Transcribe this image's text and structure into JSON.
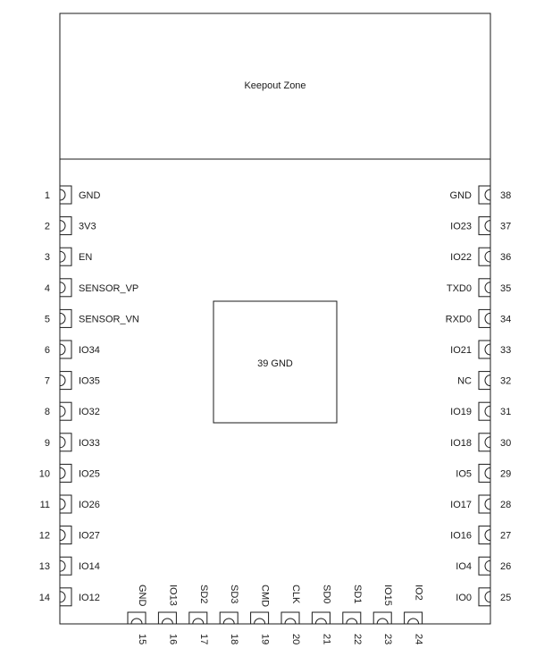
{
  "keepout_label": "Keepout Zone",
  "center_pad_label": "39 GND",
  "left_pins": [
    {
      "num": "1",
      "name": "GND"
    },
    {
      "num": "2",
      "name": "3V3"
    },
    {
      "num": "3",
      "name": "EN"
    },
    {
      "num": "4",
      "name": "SENSOR_VP"
    },
    {
      "num": "5",
      "name": "SENSOR_VN"
    },
    {
      "num": "6",
      "name": "IO34"
    },
    {
      "num": "7",
      "name": "IO35"
    },
    {
      "num": "8",
      "name": "IO32"
    },
    {
      "num": "9",
      "name": "IO33"
    },
    {
      "num": "10",
      "name": "IO25"
    },
    {
      "num": "11",
      "name": "IO26"
    },
    {
      "num": "12",
      "name": "IO27"
    },
    {
      "num": "13",
      "name": "IO14"
    },
    {
      "num": "14",
      "name": "IO12"
    }
  ],
  "right_pins": [
    {
      "num": "38",
      "name": "GND"
    },
    {
      "num": "37",
      "name": "IO23"
    },
    {
      "num": "36",
      "name": "IO22"
    },
    {
      "num": "35",
      "name": "TXD0"
    },
    {
      "num": "34",
      "name": "RXD0"
    },
    {
      "num": "33",
      "name": "IO21"
    },
    {
      "num": "32",
      "name": "NC"
    },
    {
      "num": "31",
      "name": "IO19"
    },
    {
      "num": "30",
      "name": "IO18"
    },
    {
      "num": "29",
      "name": "IO5"
    },
    {
      "num": "28",
      "name": "IO17"
    },
    {
      "num": "27",
      "name": "IO16"
    },
    {
      "num": "26",
      "name": "IO4"
    },
    {
      "num": "25",
      "name": "IO0"
    }
  ],
  "bottom_pins": [
    {
      "num": "15",
      "name": "GND"
    },
    {
      "num": "16",
      "name": "IO13"
    },
    {
      "num": "17",
      "name": "SD2"
    },
    {
      "num": "18",
      "name": "SD3"
    },
    {
      "num": "19",
      "name": "CMD"
    },
    {
      "num": "20",
      "name": "CLK"
    },
    {
      "num": "21",
      "name": "SD0"
    },
    {
      "num": "22",
      "name": "SD1"
    },
    {
      "num": "23",
      "name": "IO15"
    },
    {
      "num": "24",
      "name": "IO2"
    }
  ]
}
